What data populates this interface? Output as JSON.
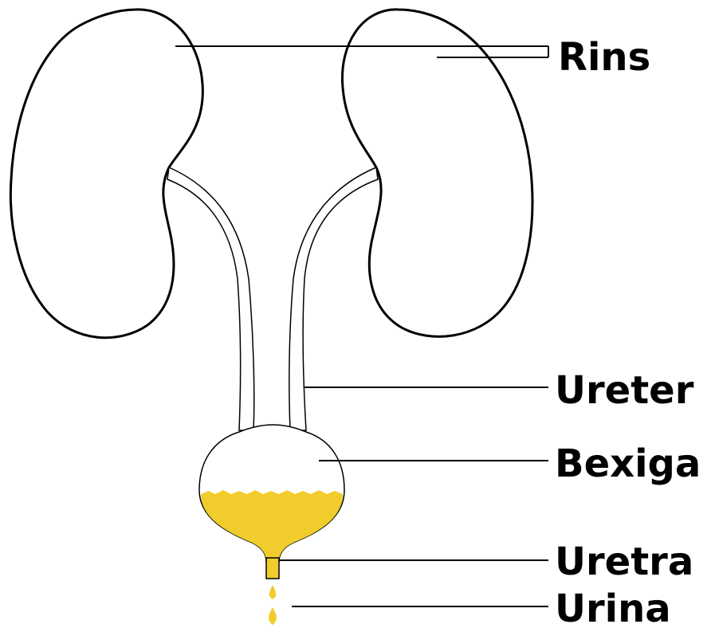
{
  "labels": {
    "kidneys": "Rins",
    "ureter": "Ureter",
    "bladder": "Bexiga",
    "urethra": "Uretra",
    "urine": "Urina"
  },
  "colors": {
    "kidney_fill": "#c62b22",
    "urine_fill": "#f0cd2c",
    "outline": "#000000",
    "background": "#ffffff"
  }
}
